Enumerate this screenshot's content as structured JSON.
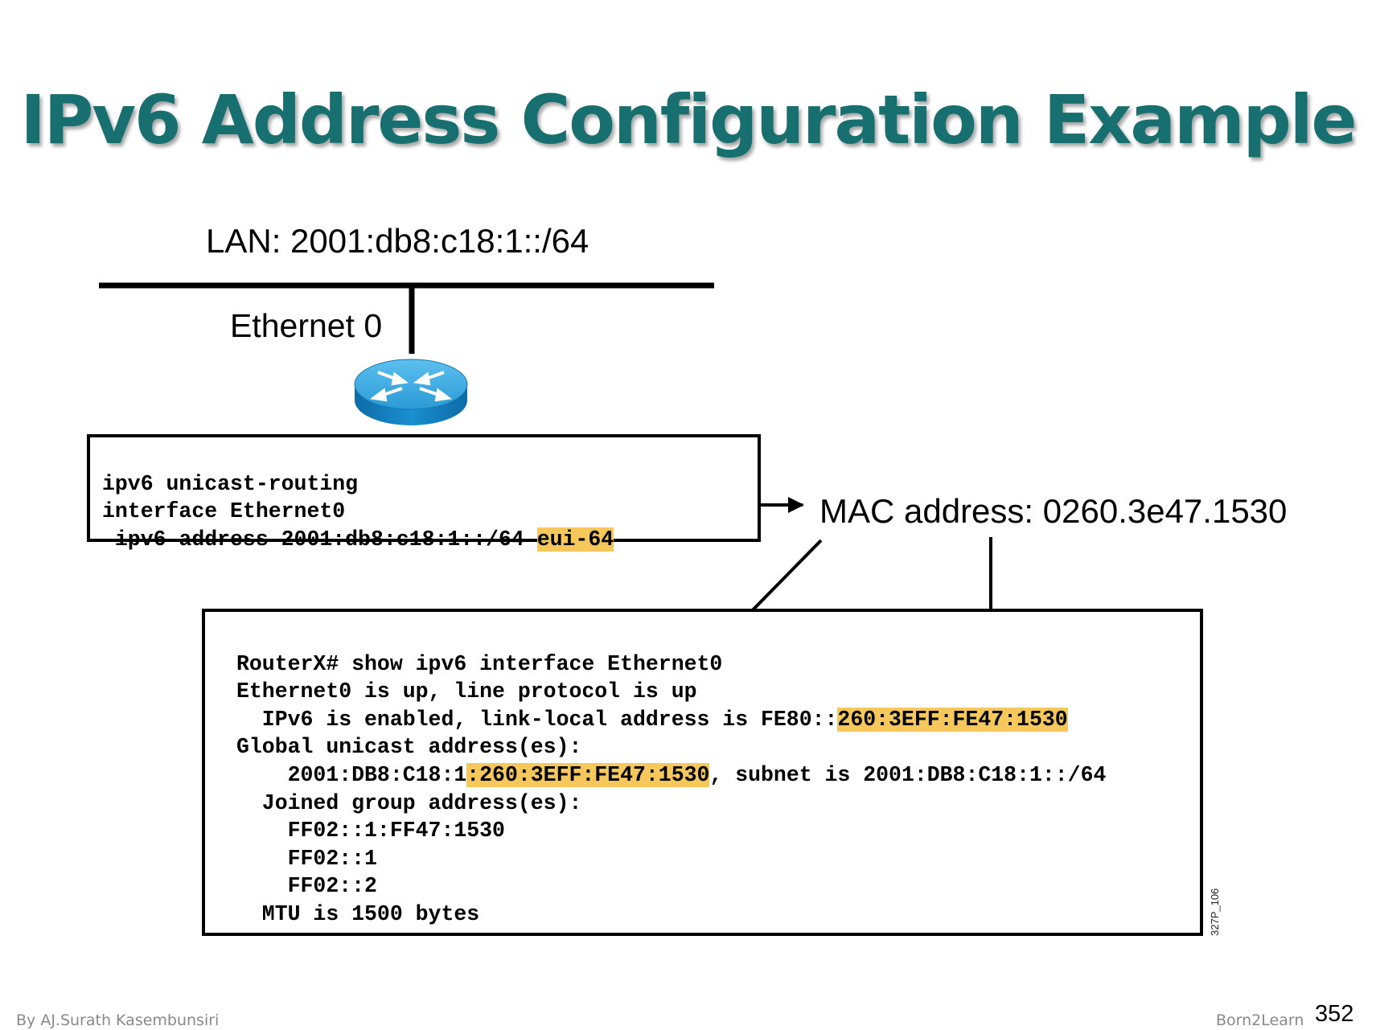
{
  "title": "IPv6 Address Configuration Example",
  "lan_label": "LAN: 2001:db8:c18:1::/64",
  "interface_label": "Ethernet 0",
  "router_icon": "router-icon",
  "config": {
    "line1": "ipv6 unicast-routing",
    "line2": "interface Ethernet0",
    "line3_prefix": " ipv6 address 2001:db8:c18:1::/64 ",
    "line3_highlight": "eui-64"
  },
  "mac_label": "MAC address: 0260.3e47.1530",
  "output": {
    "line1": "RouterX# show ipv6 interface Ethernet0",
    "line2": "Ethernet0 is up, line protocol is up",
    "line3_prefix": "  IPv6 is enabled, link-local address is FE80::",
    "line3_highlight": "260:3EFF:FE47:1530",
    "line4": "Global unicast address(es):",
    "line5_prefix": "    2001:DB8:C18:1",
    "line5_highlight": ":260:3EFF:FE47:1530",
    "line5_suffix": ", subnet is 2001:DB8:C18:1::/64",
    "line6": "  Joined group address(es):",
    "line7": "    FF02::1:FF47:1530",
    "line8": "    FF02::1",
    "line9": "    FF02::2",
    "line10": "  MTU is 1500 bytes"
  },
  "figure_code": "327P_106",
  "footer": {
    "author": "By AJ.Surath Kasembunsiri",
    "brand": "Born2Learn",
    "page": "352"
  },
  "colors": {
    "title": "#17706f",
    "highlight": "#f6c75a",
    "router_blue": "#1a8fcf"
  }
}
